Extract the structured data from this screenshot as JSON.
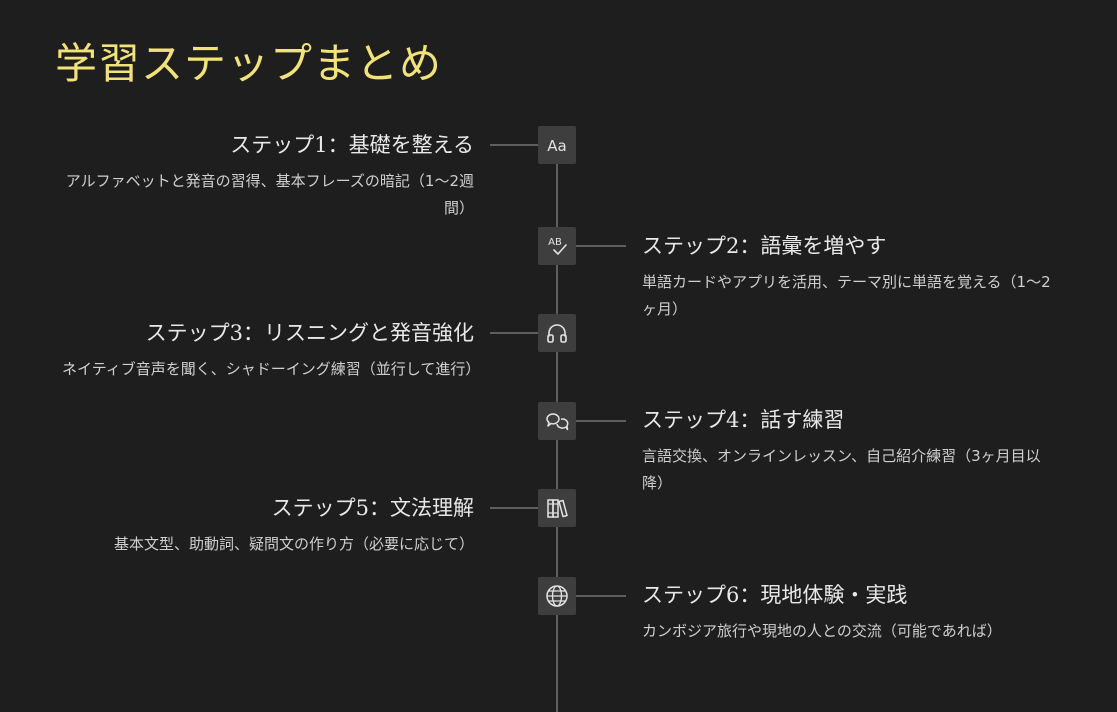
{
  "title": "学習ステップまとめ",
  "steps": [
    {
      "title": "ステップ1：基礎を整える",
      "desc": "アルファベットと発音の習得、基本フレーズの暗記（1〜2週間）",
      "icon": "alphabet-icon",
      "side": "left"
    },
    {
      "title": "ステップ2：語彙を増やす",
      "desc": "単語カードやアプリを活用、テーマ別に単語を覚える（1〜2ヶ月）",
      "icon": "spellcheck-icon",
      "side": "right"
    },
    {
      "title": "ステップ3：リスニングと発音強化",
      "desc": "ネイティブ音声を聞く、シャドーイング練習（並行して進行）",
      "icon": "headphones-icon",
      "side": "left"
    },
    {
      "title": "ステップ4：話す練習",
      "desc": "言語交換、オンラインレッスン、自己紹介練習（3ヶ月目以降）",
      "icon": "chat-bubbles-icon",
      "side": "right"
    },
    {
      "title": "ステップ5：文法理解",
      "desc": "基本文型、助動詞、疑問文の作り方（必要に応じて）",
      "icon": "books-icon",
      "side": "left"
    },
    {
      "title": "ステップ6：現地体験・実践",
      "desc": "カンボジア旅行や現地の人との交流（可能であれば）",
      "icon": "globe-icon",
      "side": "right"
    }
  ],
  "colors": {
    "background": "#1e1e1e",
    "title": "#f2e27a",
    "line": "#5e5e5e",
    "node": "#3e3e3e",
    "text": "#d6d6d6"
  }
}
